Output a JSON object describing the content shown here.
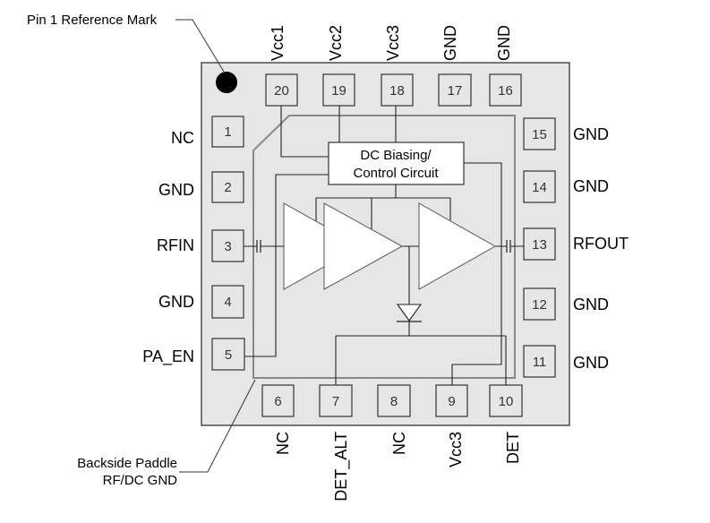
{
  "callouts": {
    "pin1_reference": "Pin 1 Reference Mark",
    "paddle_line1": "Backside Paddle",
    "paddle_line2": "RF/DC GND"
  },
  "block": {
    "line1": "DC Biasing/",
    "line2": "Control Circuit"
  },
  "pins": {
    "top": [
      {
        "num": "20",
        "label": "Vcc1"
      },
      {
        "num": "19",
        "label": "Vcc2"
      },
      {
        "num": "18",
        "label": "Vcc3"
      },
      {
        "num": "17",
        "label": "GND"
      },
      {
        "num": "16",
        "label": "GND"
      }
    ],
    "left": [
      {
        "num": "1",
        "label": "NC"
      },
      {
        "num": "2",
        "label": "GND"
      },
      {
        "num": "3",
        "label": "RFIN"
      },
      {
        "num": "4",
        "label": "GND"
      },
      {
        "num": "5",
        "label": "PA_EN"
      }
    ],
    "right": [
      {
        "num": "15",
        "label": "GND"
      },
      {
        "num": "14",
        "label": "GND"
      },
      {
        "num": "13",
        "label": "RFOUT"
      },
      {
        "num": "12",
        "label": "GND"
      },
      {
        "num": "11",
        "label": "GND"
      }
    ],
    "bottom": [
      {
        "num": "6",
        "label": "NC"
      },
      {
        "num": "7",
        "label": "DET_ALT"
      },
      {
        "num": "8",
        "label": "NC"
      },
      {
        "num": "9",
        "label": "Vcc3"
      },
      {
        "num": "10",
        "label": "DET"
      }
    ]
  },
  "colors": {
    "package": "#e6e6e6",
    "paddle_outline": "#888888"
  }
}
